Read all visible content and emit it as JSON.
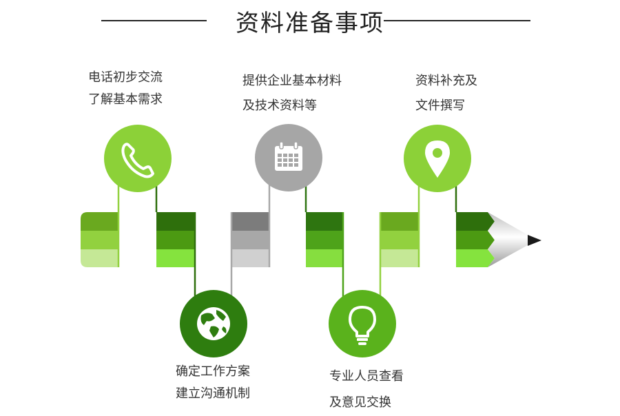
{
  "title": "资料准备事项",
  "colors": {
    "dark_green": "#3b7d10",
    "mid_green": "#5aa818",
    "light_green": "#8fd33a",
    "gray": "#a8a8a8"
  },
  "steps": [
    {
      "line1": "电话初步交流",
      "line2": "了解基本需求",
      "icon": "phone-icon"
    },
    {
      "line1": "确定工作方案",
      "line2": "建立沟通机制",
      "icon": "globe-icon"
    },
    {
      "line1": "提供企业基本材料",
      "line2": "及技术资料等",
      "icon": "calendar-icon"
    },
    {
      "line1": "专业人员查看",
      "line2": "及意见交换",
      "icon": "lightbulb-icon"
    },
    {
      "line1": "资料补充及",
      "line2": "文件撰写",
      "icon": "location-pin-icon"
    }
  ]
}
